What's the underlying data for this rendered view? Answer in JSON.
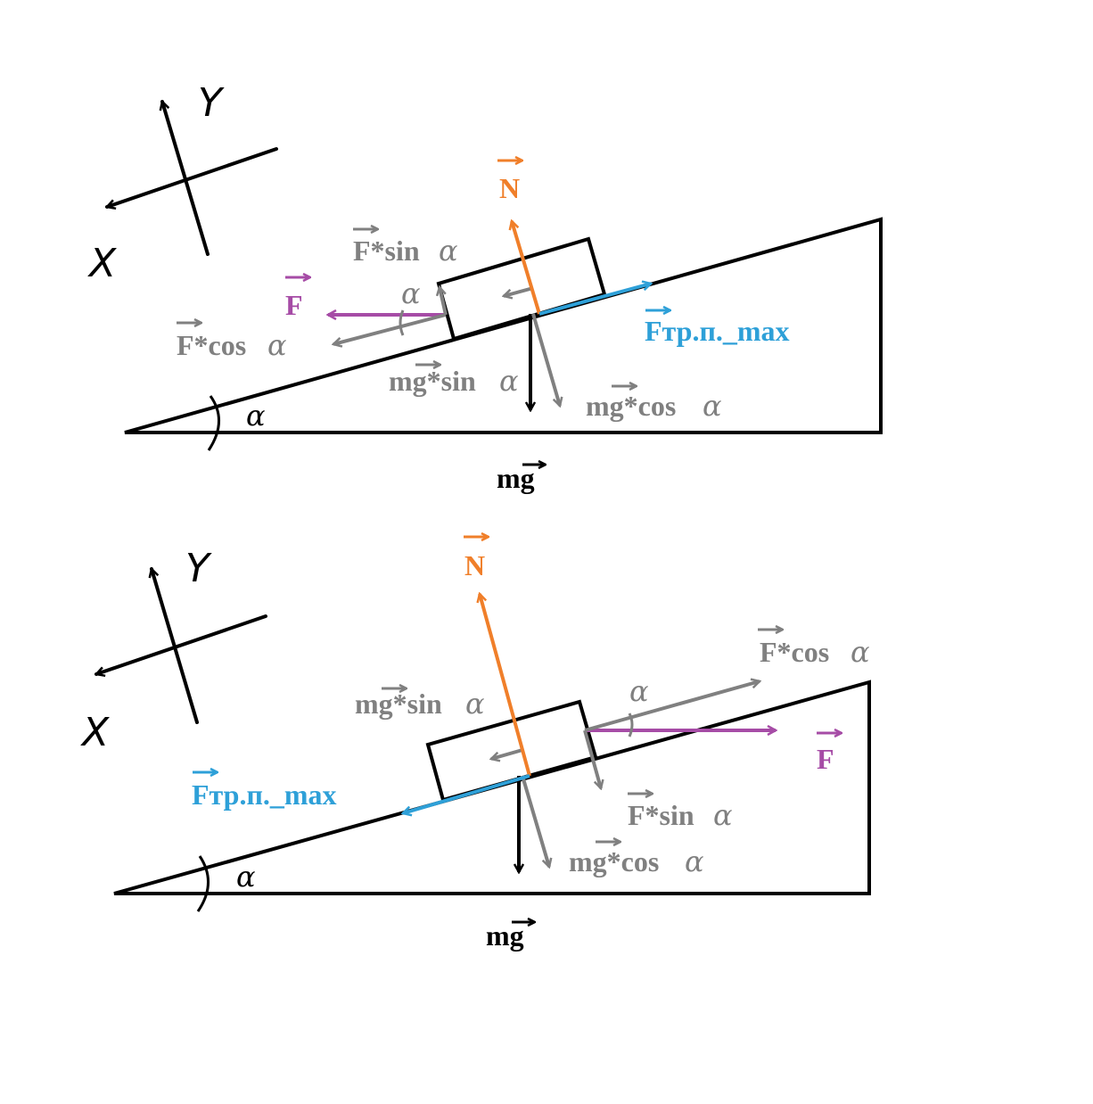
{
  "colors": {
    "black": "#000000",
    "gray": "#808080",
    "orange": "#F07F2A",
    "purple": "#A64CA6",
    "blue": "#2EA0D8"
  },
  "axes": {
    "x": "X",
    "y": "Y"
  },
  "angle_symbol": "α",
  "diagram1": {
    "N": "N",
    "F": "F",
    "F_sin": "F*sin",
    "F_cos": "F*cos",
    "friction": "Fтр.п._max",
    "mg_sin": "mg*sin",
    "mg_cos": "mg*cos",
    "mg": "mg"
  },
  "diagram2": {
    "N": "N",
    "F": "F",
    "F_sin": "F*sin",
    "F_cos": "F*cos",
    "friction": "Fтр.п._max",
    "mg_sin": "mg*sin",
    "mg_cos": "mg*cos",
    "mg": "mg"
  }
}
